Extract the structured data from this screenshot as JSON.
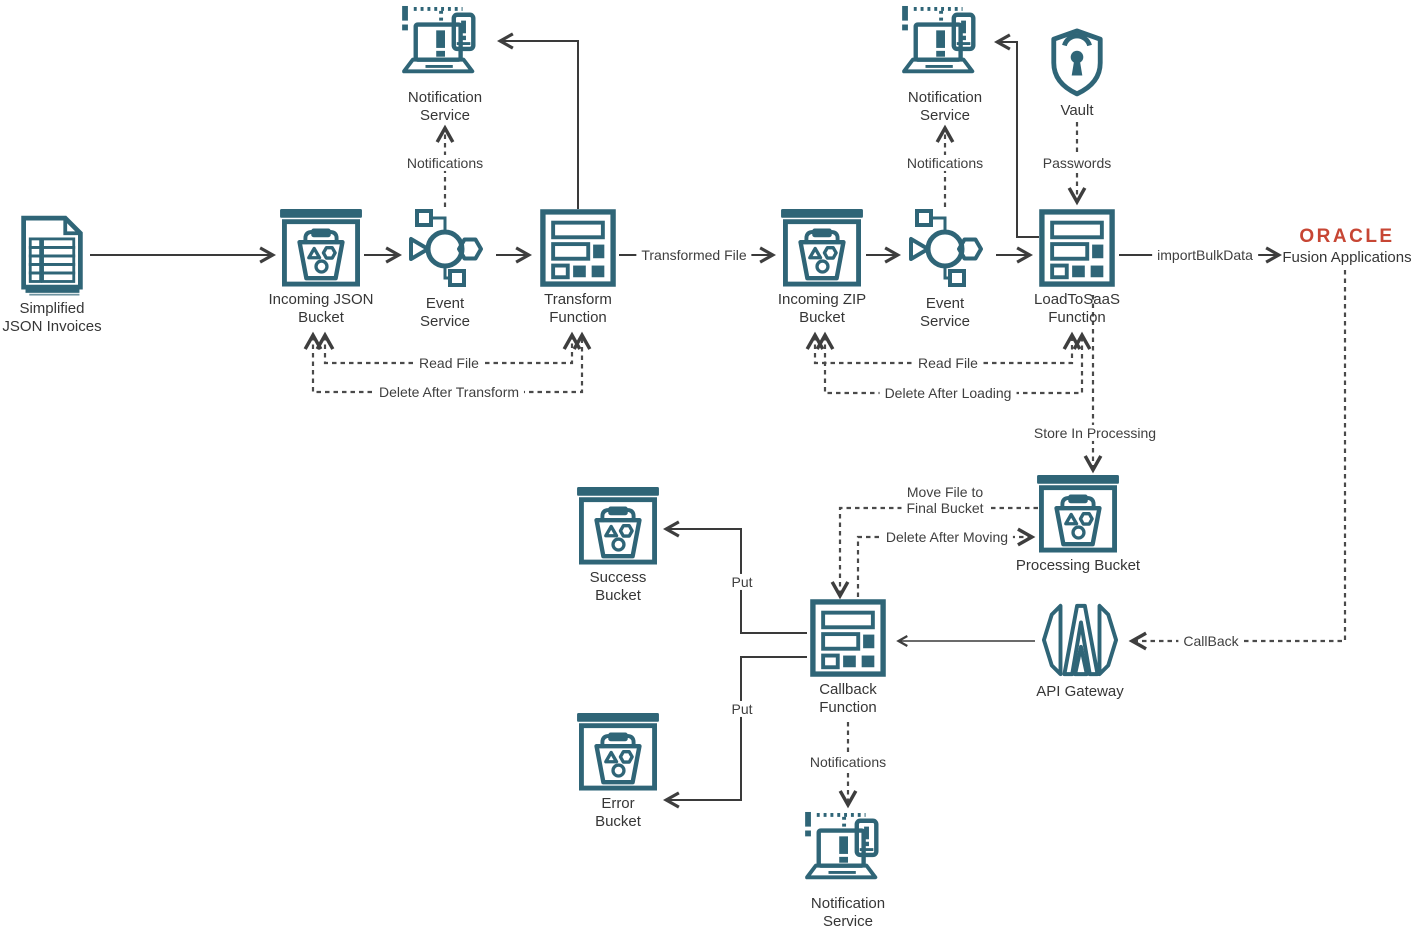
{
  "colors": {
    "icon_teal": "#2f6577",
    "solid_line": "#3a3a3a",
    "dashed_line": "#4a4a4a",
    "oracle_red": "#C74634",
    "text": "#363636",
    "background": "#ffffff"
  },
  "nodes": {
    "simplified_json_invoices": {
      "label": "Simplified\nJSON Invoices",
      "icon": "document-icon"
    },
    "incoming_json_bucket": {
      "label": "Incoming JSON\nBucket",
      "icon": "bucket-icon"
    },
    "event_service_1": {
      "label": "Event\nService",
      "icon": "event-service-icon"
    },
    "transform_function": {
      "label": "Transform\nFunction",
      "icon": "function-icon"
    },
    "notification_service_1": {
      "label": "Notification\nService",
      "icon": "notification-icon"
    },
    "incoming_zip_bucket": {
      "label": "Incoming ZIP\nBucket",
      "icon": "bucket-icon"
    },
    "event_service_2": {
      "label": "Event\nService",
      "icon": "event-service-icon"
    },
    "load_to_saas_function": {
      "label": "LoadToSaaS\nFunction",
      "icon": "function-icon"
    },
    "notification_service_2": {
      "label": "Notification\nService",
      "icon": "notification-icon"
    },
    "vault": {
      "label": "Vault",
      "icon": "vault-icon"
    },
    "oracle_fusion": {
      "brand": "ORACLE",
      "label": "Fusion Applications",
      "icon": "oracle-logo"
    },
    "processing_bucket": {
      "label": "Processing Bucket",
      "icon": "bucket-icon"
    },
    "callback_function": {
      "label": "Callback\nFunction",
      "icon": "function-icon"
    },
    "api_gateway": {
      "label": "API Gateway",
      "icon": "api-gateway-icon"
    },
    "success_bucket": {
      "label": "Success\nBucket",
      "icon": "bucket-icon"
    },
    "error_bucket": {
      "label": "Error\nBucket",
      "icon": "bucket-icon"
    },
    "notification_service_3": {
      "label": "Notification\nService",
      "icon": "notification-icon"
    }
  },
  "edges": {
    "transformed_file": "Transformed File",
    "import_bulk_data": "importBulkData",
    "notifications_1": "Notifications",
    "notifications_2": "Notifications",
    "notifications_3": "Notifications",
    "passwords": "Passwords",
    "read_file_1": "Read File",
    "delete_after_transform": "Delete After Transform",
    "read_file_2": "Read File",
    "delete_after_loading": "Delete After Loading",
    "store_in_processing": "Store In Processing",
    "move_file_to_final_bucket": "Move File to\nFinal Bucket",
    "delete_after_moving": "Delete After Moving",
    "callback": "CallBack",
    "put_success": "Put",
    "put_error": "Put"
  }
}
